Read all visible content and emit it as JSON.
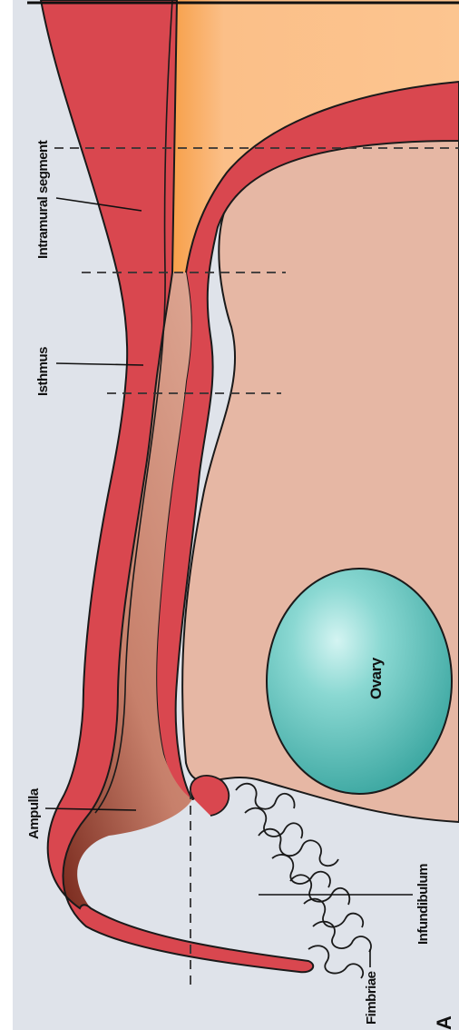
{
  "labels": {
    "intramural": "Intramural segment",
    "isthmus": "Isthmus",
    "ampulla": "Ampulla",
    "infundibulum": "Infundibulum",
    "fimbriae": "Fimbriae",
    "ovary": "Ovary",
    "panel": "A"
  },
  "colors": {
    "background": "#dfe3ea",
    "tube_wall": "#d9474f",
    "tube_wall_dark": "#c23a42",
    "lumen": "#e8b9a6",
    "lumen_dark": "#7a2417",
    "uterus_myometrium": "#fbbf88",
    "uterus_orange": "#f7a04a",
    "ovary_fill": "#5fc3bd",
    "ovary_light": "#d4f4f2",
    "outline": "#1a1a1a"
  }
}
